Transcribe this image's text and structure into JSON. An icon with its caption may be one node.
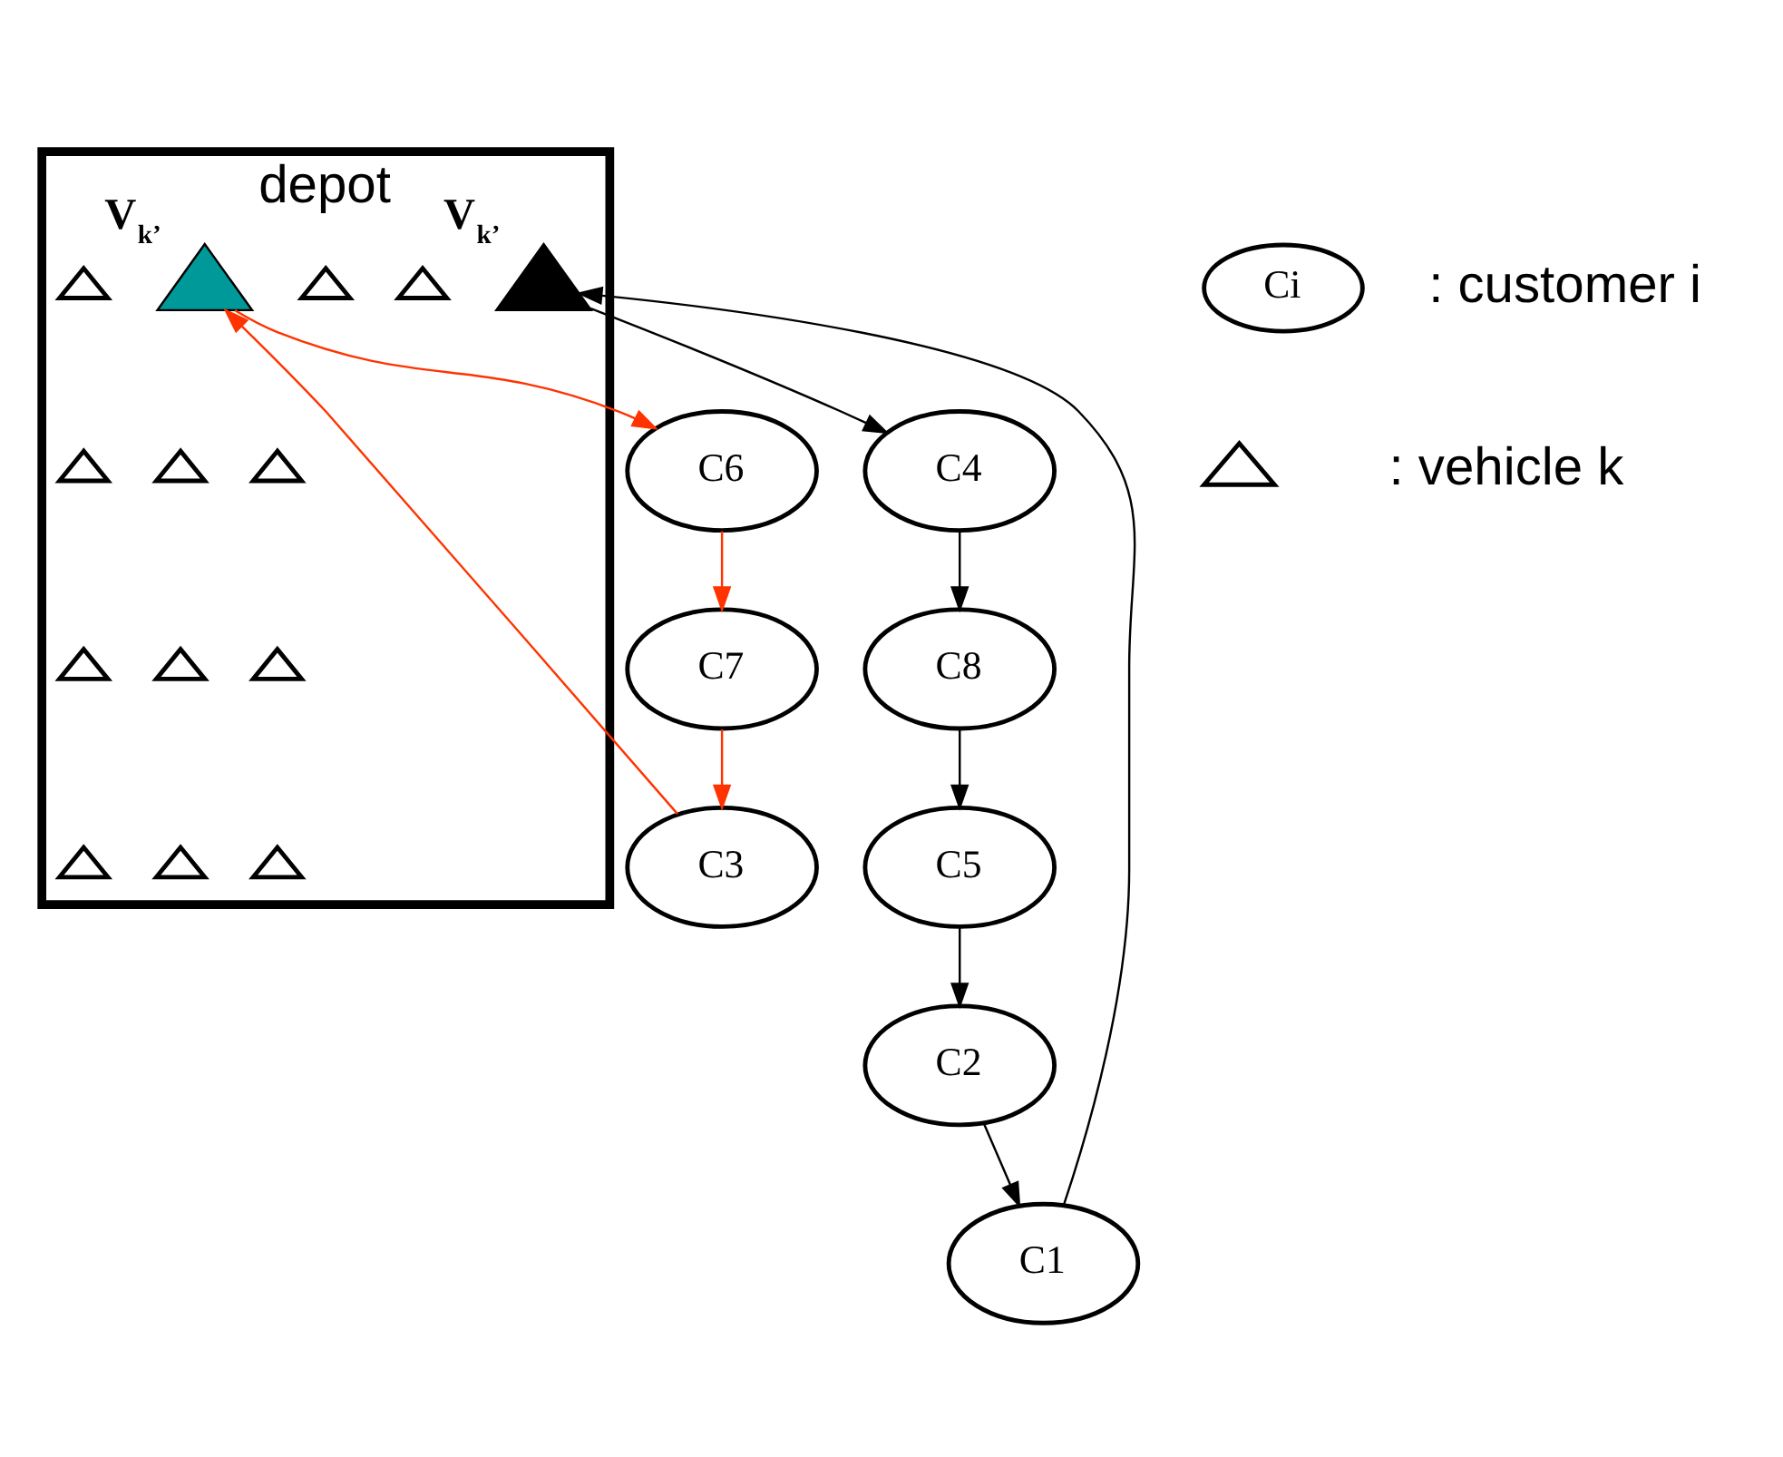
{
  "diagram": {
    "nodes": [
      {
        "text": [
          "depot"
        ]
      },
      {
        "text": [],
        "shape": "triangle",
        "in": 0
      },
      {
        "text": [],
        "shape": "triangle",
        "in": 0
      },
      {
        "text": [],
        "shape": "triangle",
        "in": 0
      },
      {
        "text": [],
        "shape": "triangle",
        "in": 0
      },
      {
        "text": [],
        "shape": "triangle",
        "in": 0
      },
      {
        "text": [],
        "shape": "triangle",
        "in": 0
      },
      {
        "text": [],
        "shape": "triangle",
        "in": 0
      },
      {
        "text": [],
        "shape": "triangle",
        "in": 0
      },
      {
        "text": [],
        "shape": "triangle",
        "in": 0
      },
      {
        "text": [],
        "shape": "triangle",
        "in": 0,
        "beside": [
          "V$_{k’}$"
        ]
      },
      {
        "text": [],
        "shape": "triangle",
        "in": 0,
        "beside": [
          "V$_{k’}$"
        ]
      },
      {
        "text": [],
        "shape": "triangle",
        "in": 0
      },
      {
        "text": [],
        "shape": "triangle",
        "in": 0
      },
      {
        "text": [],
        "shape": "triangle",
        "in": 0
      },
      {
        "text": [
          "C1"
        ]
      },
      {
        "text": [
          "C3"
        ]
      },
      {
        "text": [
          "C2"
        ]
      },
      {
        "text": [
          "C4"
        ]
      },
      {
        "text": [
          "C7"
        ]
      },
      {
        "text": [
          "C6"
        ]
      },
      {
        "text": [
          "C5"
        ]
      },
      {
        "text": [
          "C8"
        ]
      },
      {
        "text": [],
        "shape": "triangle"
      }
    ],
    "edges": [
      {
        "from": 10,
        "to": 20,
        "arrow": "to",
        "color": "#ff3300"
      },
      {
        "from": 20,
        "to": 19,
        "arrow": "to",
        "color": "#ff3300"
      },
      {
        "from": 19,
        "to": 16,
        "arrow": "to",
        "color": "#ff3300"
      },
      {
        "from": 16,
        "to": 10,
        "arrow": "to",
        "color": "#ff3300"
      },
      {
        "from": 11,
        "to": 18,
        "arrow": "to"
      },
      {
        "from": 18,
        "to": 22,
        "arrow": "to"
      },
      {
        "from": 22,
        "to": 21,
        "arrow": "to"
      },
      {
        "from": 21,
        "to": 17,
        "arrow": "to"
      },
      {
        "from": 17,
        "to": 15,
        "arrow": "to"
      },
      {
        "from": 15,
        "to": 11,
        "arrow": "to"
      }
    ],
    "labels": [
      "Ci"
    ],
    "legend": [
      {
        "text": ": customer i"
      },
      {
        "text": ": vehicle k"
      }
    ]
  }
}
